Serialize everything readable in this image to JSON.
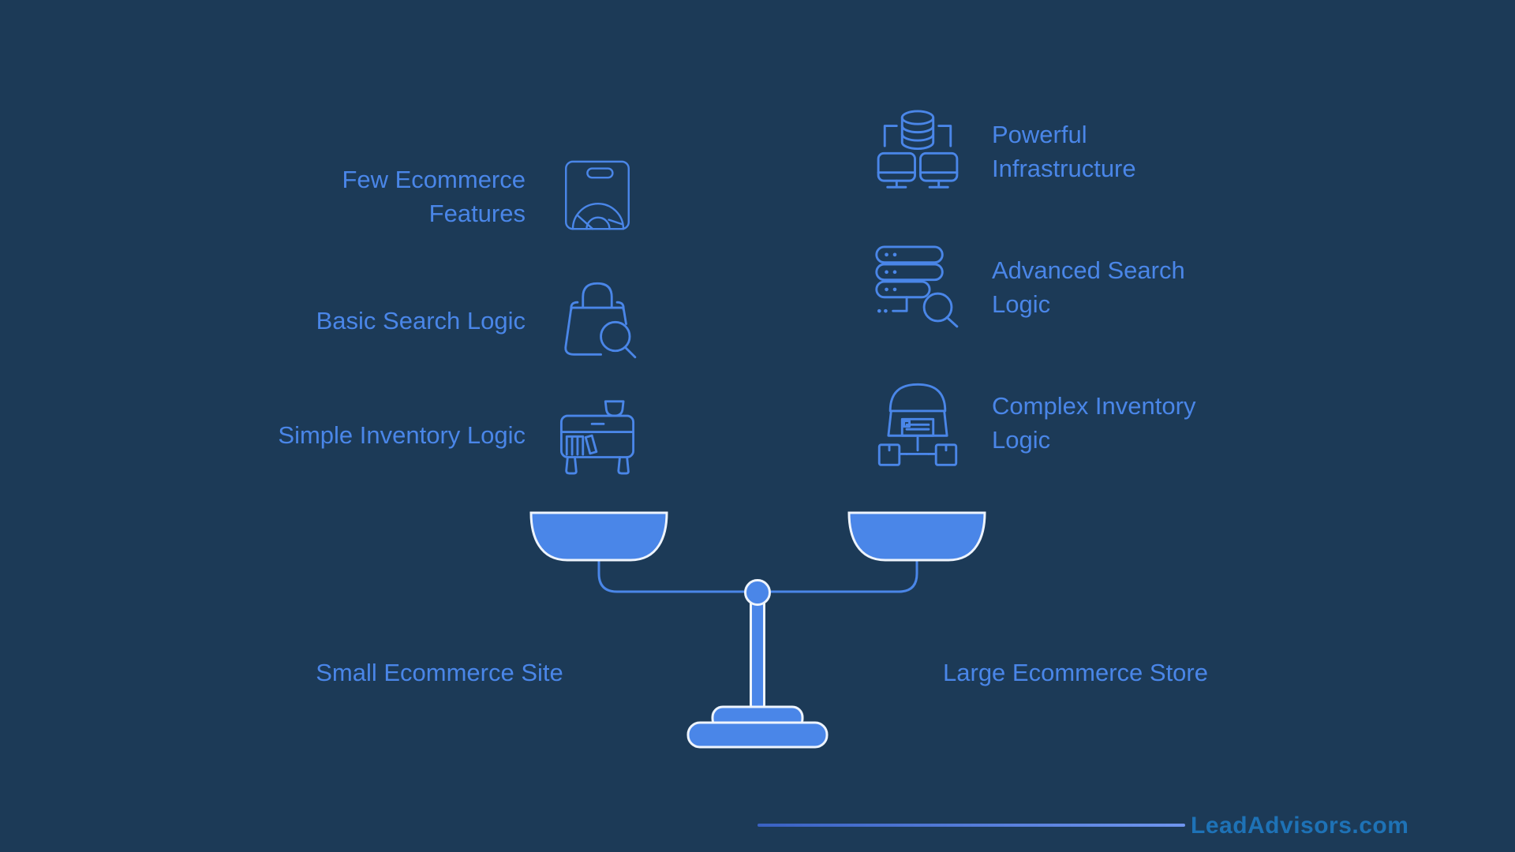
{
  "colors": {
    "background": "#1c3a57",
    "accent": "#4a86e8",
    "pan_stroke": "#eef4fd",
    "footer_text": "#1e72b6",
    "footer_line_start": "#3a62c3",
    "footer_line_end": "#6f95ee"
  },
  "left_column": {
    "items": [
      {
        "label": "Few Ecommerce\nFeatures",
        "icon": "shopping-bag-icon"
      },
      {
        "label": "Basic Search Logic",
        "icon": "shopping-bag-search-icon"
      },
      {
        "label": "Simple Inventory Logic",
        "icon": "inventory-cabinet-icon"
      }
    ],
    "scale_label": "Small Ecommerce Site"
  },
  "right_column": {
    "items": [
      {
        "label": "Powerful\nInfrastructure",
        "icon": "database-monitors-icon"
      },
      {
        "label": "Advanced Search\nLogic",
        "icon": "server-stack-search-icon"
      },
      {
        "label": "Complex Inventory\nLogic",
        "icon": "warehouse-boxes-icon"
      }
    ],
    "scale_label": "Large Ecommerce Store"
  },
  "scale": {
    "type": "balance-scale"
  },
  "footer": {
    "brand": "LeadAdvisors.com"
  }
}
